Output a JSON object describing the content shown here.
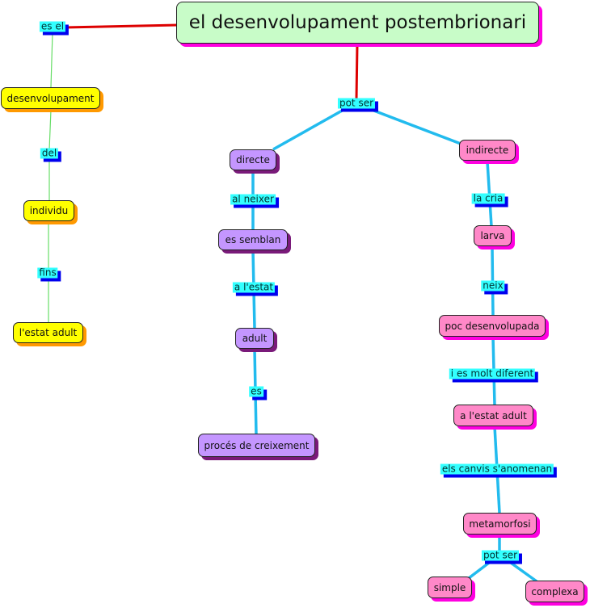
{
  "root": {
    "label": "el desenvolupament postembrionari"
  },
  "left_branch": {
    "link_es_el": "es el",
    "node_desenvolupament": "desenvolupament",
    "link_del": "del",
    "node_individu": "individu",
    "link_fins": "fins",
    "node_estat_adult": "l'estat adult"
  },
  "center_link": "pot ser",
  "direct_branch": {
    "node_directe": "directe",
    "link_al_neixer": "al neixer",
    "node_es_semblan": "es semblan",
    "link_a_lestat": "a l'estat",
    "node_adult": "adult",
    "link_es": "es",
    "node_proces": "procés de creixement"
  },
  "indirect_branch": {
    "node_indirecte": "indirecte",
    "link_la_cria": "la cria",
    "node_larva": "larva",
    "link_neix": "neix",
    "node_poc": "poc desenvolupada",
    "link_molt_diferent": "i es molt diferent",
    "node_estat_adult": "a l'estat adult",
    "link_canvis": "els canvis s'anomenan",
    "node_metamorfosi": "metamorfosi",
    "link_pot_ser": "pot ser",
    "node_simple": "simple",
    "node_complexa": "complexa"
  },
  "colors": {
    "root_fill": "#c8fcc8",
    "yellow_fill": "#ffff00",
    "purple_fill": "#c496ff",
    "pink_fill": "#ff88c8",
    "link_label_fill": "#33ffff",
    "red_line": "#dd0000",
    "blue_line": "#22bbee",
    "green_line": "#66dd66"
  }
}
